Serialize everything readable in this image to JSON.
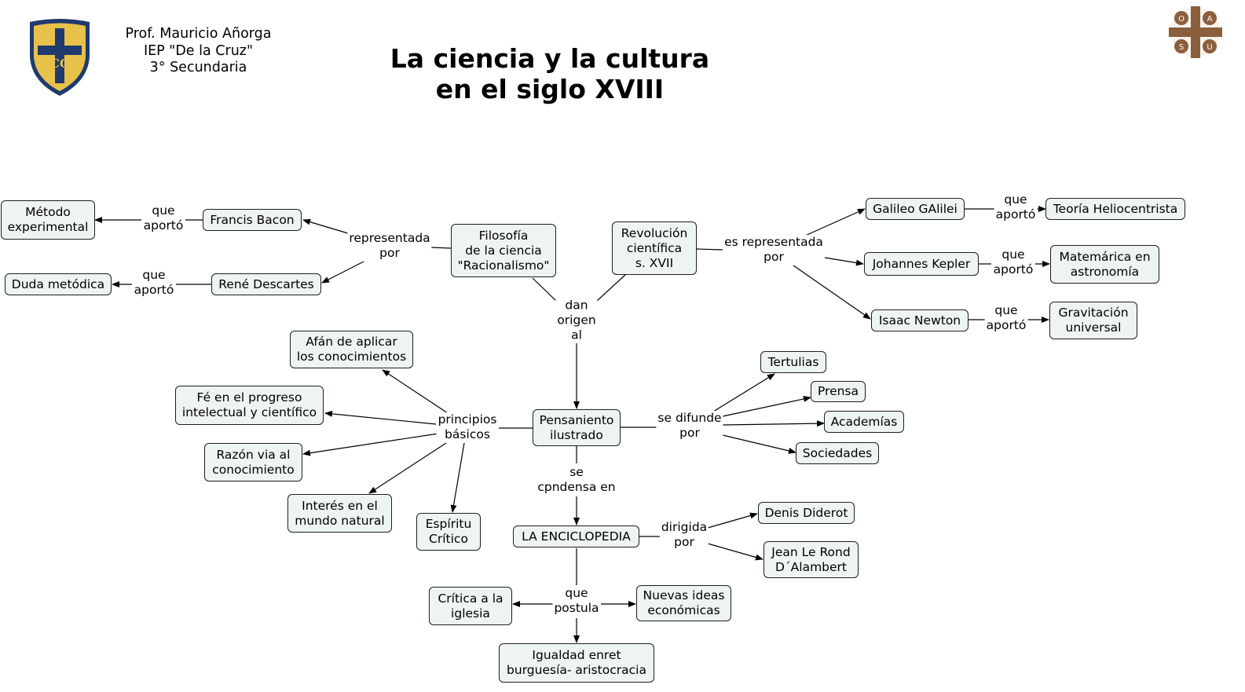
{
  "header": {
    "author": "Prof. Mauricio Añorga",
    "school": "IEP \"De la Cruz\"",
    "grade": "3° Secundaria",
    "title_line1": "La ciencia y la cultura",
    "title_line2": "en el siglo XVIII",
    "logo_left_text": "CC",
    "logo_right_letters": [
      "O",
      "A",
      "S",
      "U"
    ]
  },
  "concepts": {
    "metodo": "Método\nexperimental",
    "bacon": "Francis Bacon",
    "descartes": "René Descartes",
    "duda": "Duda metódica",
    "filosofia": "Filosofía\nde la ciencia\n\"Racionalismo\"",
    "revolucion": "Revolución\ncientífica\ns. XVII",
    "galileo": "Galileo GAlilei",
    "heliocentrista": "Teoría Heliocentrista",
    "kepler": "Johannes Kepler",
    "matematica": "Matemárica en\nastronomía",
    "newton": "Isaac Newton",
    "gravitacion": "Gravitación\nuniversal",
    "afan": "Afán de aplicar\nlos conocimientos",
    "fe": "Fé en el progreso\nintelectual y científico",
    "razon": "Razón via al\nconocimiento",
    "interes": "Interés en el\nmundo natural",
    "espiritu": "Espíritu\nCrítico",
    "pensamiento": "Pensaniento\nilustrado",
    "tertulias": "Tertulias",
    "prensa": "Prensa",
    "academias": "Academías",
    "sociedades": "Sociedades",
    "enciclopedia": "LA ENCICLOPEDIA",
    "diderot": "Denis Diderot",
    "alambert": "Jean Le Rond\nD´Alambert",
    "critica": "Crítica a la\niglesia",
    "nuevas": "Nuevas ideas\neconómicas",
    "igualdad": "Igualdad enret\nburguesía- aristocracia"
  },
  "linking_phrases": {
    "que_aporto_bacon": "que\naportó",
    "que_aporto_descartes": "que\naportó",
    "representada_por": "representada\npor",
    "es_representada_por": "es representada\npor",
    "que_aporto_galileo": "que\naportó",
    "que_aporto_kepler": "que\naportó",
    "que_aporto_newton": "que\naportó",
    "dan_origen_al": "dan\norigen\nal",
    "principios_basicos": "principios\nbásicos",
    "se_difunde_por": "se difunde\npor",
    "se_condensa_en": "se\ncpndensa en",
    "dirigida_por": "dirigida\npor",
    "que_postula": "que\npostula"
  },
  "colors": {
    "node_fill": "#eef3f3",
    "node_border": "#1f1f1f",
    "shield_gold": "#e8c14a",
    "shield_blue": "#1f3a6e",
    "logo_brown": "#8b5e3c"
  }
}
